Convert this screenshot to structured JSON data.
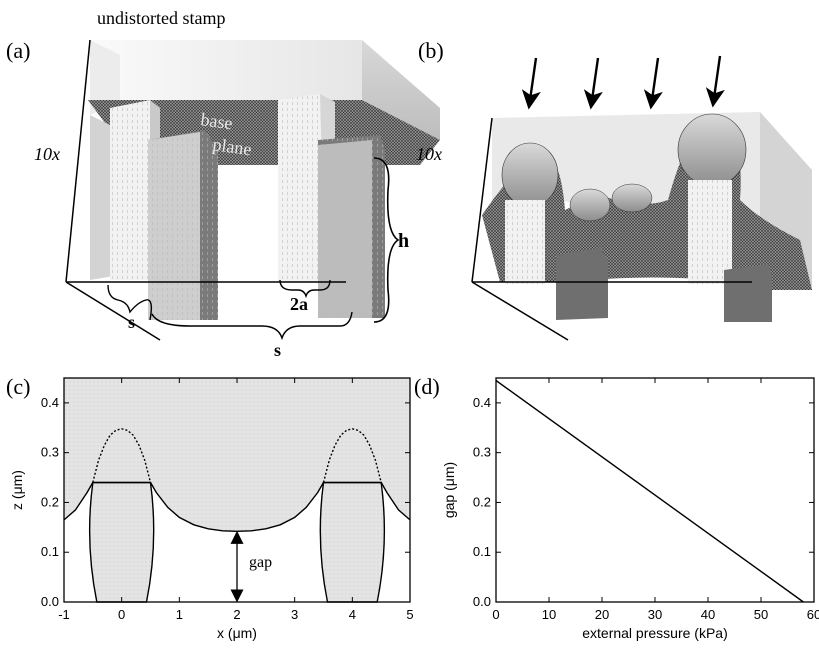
{
  "panel_a": {
    "label": "(a)",
    "title": "undistorted stamp",
    "scale_label": "10x",
    "base_plane_label_1": "base",
    "base_plane_label_2": "plane",
    "h_label": "h",
    "two_a_label": "2a",
    "s_label_1": "s",
    "s_label_2": "s"
  },
  "panel_b": {
    "label": "(b)",
    "scale_label": "10x"
  },
  "panel_c": {
    "label": "(c)",
    "gap_label": "gap"
  },
  "panel_d": {
    "label": "(d)"
  },
  "chart_data": [
    {
      "type": "line",
      "xlabel": "x (μm)",
      "ylabel": "z (μm)",
      "xlim": [
        -1,
        5
      ],
      "ylim": [
        0.0,
        0.45
      ],
      "xticks": [
        "-1",
        "0",
        "1",
        "2",
        "3",
        "4",
        "5"
      ],
      "yticks": [
        "0.0",
        "0.1",
        "0.2",
        "0.3",
        "0.4"
      ],
      "series": [
        {
          "style": "solid",
          "x": [
            -1.0,
            -0.8,
            -0.6,
            -0.5,
            0.5,
            0.6,
            0.8,
            1.0,
            1.25,
            1.5,
            1.75,
            2.0,
            2.25,
            2.5,
            2.75,
            3.0,
            3.2,
            3.4,
            3.5,
            4.5,
            4.6,
            4.8,
            5.0
          ],
          "y": [
            0.165,
            0.185,
            0.22,
            0.24,
            0.24,
            0.22,
            0.19,
            0.17,
            0.155,
            0.147,
            0.143,
            0.142,
            0.143,
            0.147,
            0.155,
            0.17,
            0.19,
            0.22,
            0.24,
            0.24,
            0.22,
            0.185,
            0.165
          ]
        },
        {
          "style": "dotted",
          "x": [
            -0.5,
            -0.4,
            -0.3,
            -0.2,
            -0.1,
            0.0,
            0.1,
            0.2,
            0.3,
            0.4,
            0.5
          ],
          "y": [
            0.24,
            0.285,
            0.315,
            0.335,
            0.345,
            0.348,
            0.345,
            0.335,
            0.315,
            0.285,
            0.24
          ]
        },
        {
          "style": "dotted",
          "x": [
            3.5,
            3.6,
            3.7,
            3.8,
            3.9,
            4.0,
            4.1,
            4.2,
            4.3,
            4.4,
            4.5
          ],
          "y": [
            0.24,
            0.285,
            0.315,
            0.335,
            0.345,
            0.348,
            0.345,
            0.335,
            0.315,
            0.285,
            0.24
          ]
        }
      ],
      "post_walls": [
        [
          -0.5,
          0.5
        ],
        [
          3.5,
          4.5
        ]
      ],
      "gap_arrow": {
        "x": 2.0,
        "y_from": 0.0,
        "y_to": 0.142
      },
      "grid": false
    },
    {
      "type": "line",
      "xlabel": "external pressure (kPa)",
      "ylabel": "gap (μm)",
      "xlim": [
        0,
        60
      ],
      "ylim": [
        0.0,
        0.45
      ],
      "xticks": [
        "0",
        "10",
        "20",
        "30",
        "40",
        "50",
        "60"
      ],
      "yticks": [
        "0.0",
        "0.1",
        "0.2",
        "0.3",
        "0.4"
      ],
      "series": [
        {
          "style": "solid",
          "x": [
            0,
            58
          ],
          "y": [
            0.445,
            0.0
          ]
        }
      ],
      "grid": false
    }
  ]
}
